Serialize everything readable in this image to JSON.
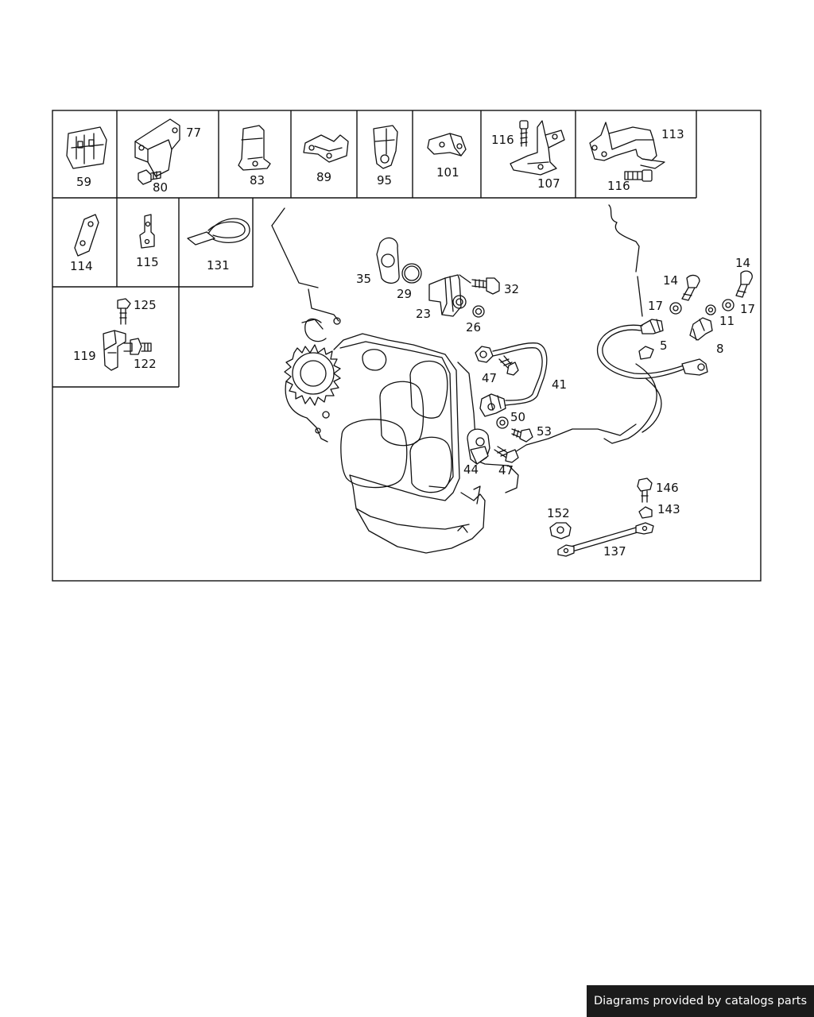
{
  "credit": "Diagrams provided by catalogs parts",
  "cells": {
    "c59": "59",
    "c77": "77",
    "c80": "80",
    "c83": "83",
    "c89": "89",
    "c95": "95",
    "c101": "101",
    "c116a": "116",
    "c107": "107",
    "c113": "113",
    "c116b": "116",
    "c114": "114",
    "c115": "115",
    "c131": "131",
    "c125": "125",
    "c119": "119",
    "c122": "122"
  },
  "callouts": {
    "p35": "35",
    "p29": "29",
    "p23": "23",
    "p26": "26",
    "p32": "32",
    "p14a": "14",
    "p14b": "14",
    "p17a": "17",
    "p17b": "17",
    "p11": "11",
    "p5": "5",
    "p8": "8",
    "p47a": "47",
    "p41": "41",
    "p50": "50",
    "p53": "53",
    "p44": "44",
    "p47b": "47",
    "p146": "146",
    "p143": "143",
    "p152": "152",
    "p137": "137"
  }
}
